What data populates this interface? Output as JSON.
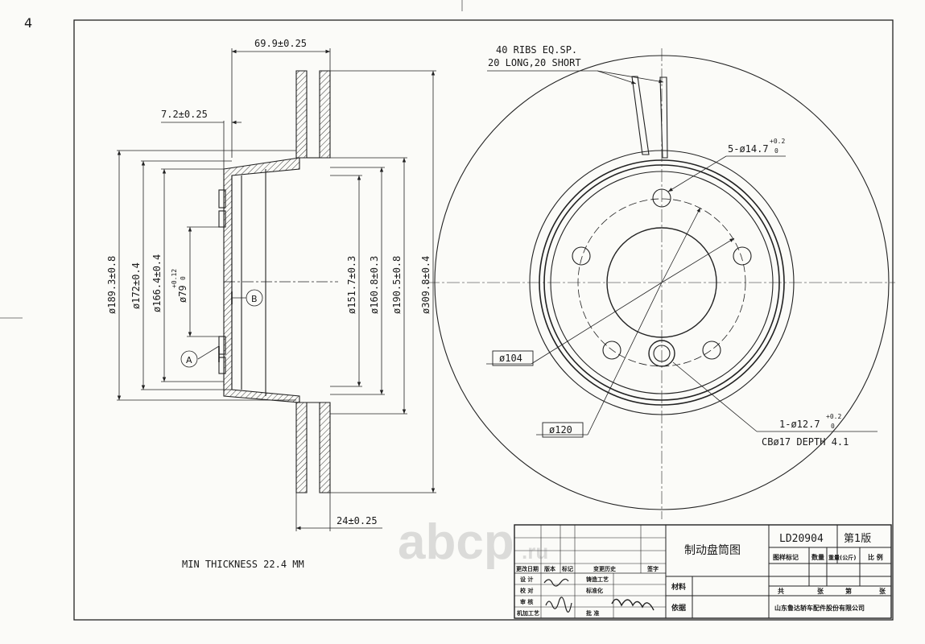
{
  "sheet": {
    "corner_mark": "4",
    "watermark": {
      "brand": "abcp",
      "tld": ".ru"
    }
  },
  "section": {
    "dim_thickness": "69.9±0.25",
    "dim_hat": "7.2±0.25",
    "dim_friction": "24±0.25",
    "dim_189": "ø189.3±0.8",
    "dim_172": "ø172±0.4",
    "dim_166": "ø166.4±0.4",
    "dim_79": "ø79",
    "dim_79_tol": "+0.12",
    "dim_79_tol2": "0",
    "dim_151": "ø151.7±0.3",
    "dim_160": "ø160.8±0.3",
    "dim_190": "ø190.5±0.8",
    "dim_309": "ø309.8±0.4",
    "datum_a": "A",
    "datum_b": "B",
    "min_thickness": "MIN THICKNESS 22.4 MM"
  },
  "front": {
    "ribs_line1": "40 RIBS EQ.SP.",
    "ribs_line2": "20 LONG,20 SHORT",
    "bolt_holes": "5-ø14.7",
    "bolt_tol_up": "+0.2",
    "bolt_tol_dn": "0",
    "pcd": "ø104",
    "pilot": "ø120",
    "locator": "1-ø12.7",
    "locator_tol_up": "+0.2",
    "locator_tol_dn": "0",
    "counterbore": "CBø17 DEPTH 4.1"
  },
  "title_block": {
    "title": "制动盘筒图",
    "part_no": "LD20904",
    "version": "第1版",
    "h_mark": "图样标记",
    "h_qty": "数量",
    "h_weight": "重量(公斤)",
    "h_scale": "比 例",
    "total": "共",
    "sheets": "张",
    "page": "第",
    "sheet2": "张",
    "material": "材料",
    "basis": "依据",
    "company": "山东鲁达轿车配件股份有限公司",
    "rev_mark": "更改日期",
    "rev_ver": "版本",
    "rev_tag": "标记",
    "rev_hist": "变更历史",
    "rev_sign": "签字",
    "design": "设 计",
    "check": "校 对",
    "review": "审 核",
    "process": "机加工艺",
    "casting": "铸造工艺",
    "standard": "标准化",
    "approve": "批 准"
  }
}
